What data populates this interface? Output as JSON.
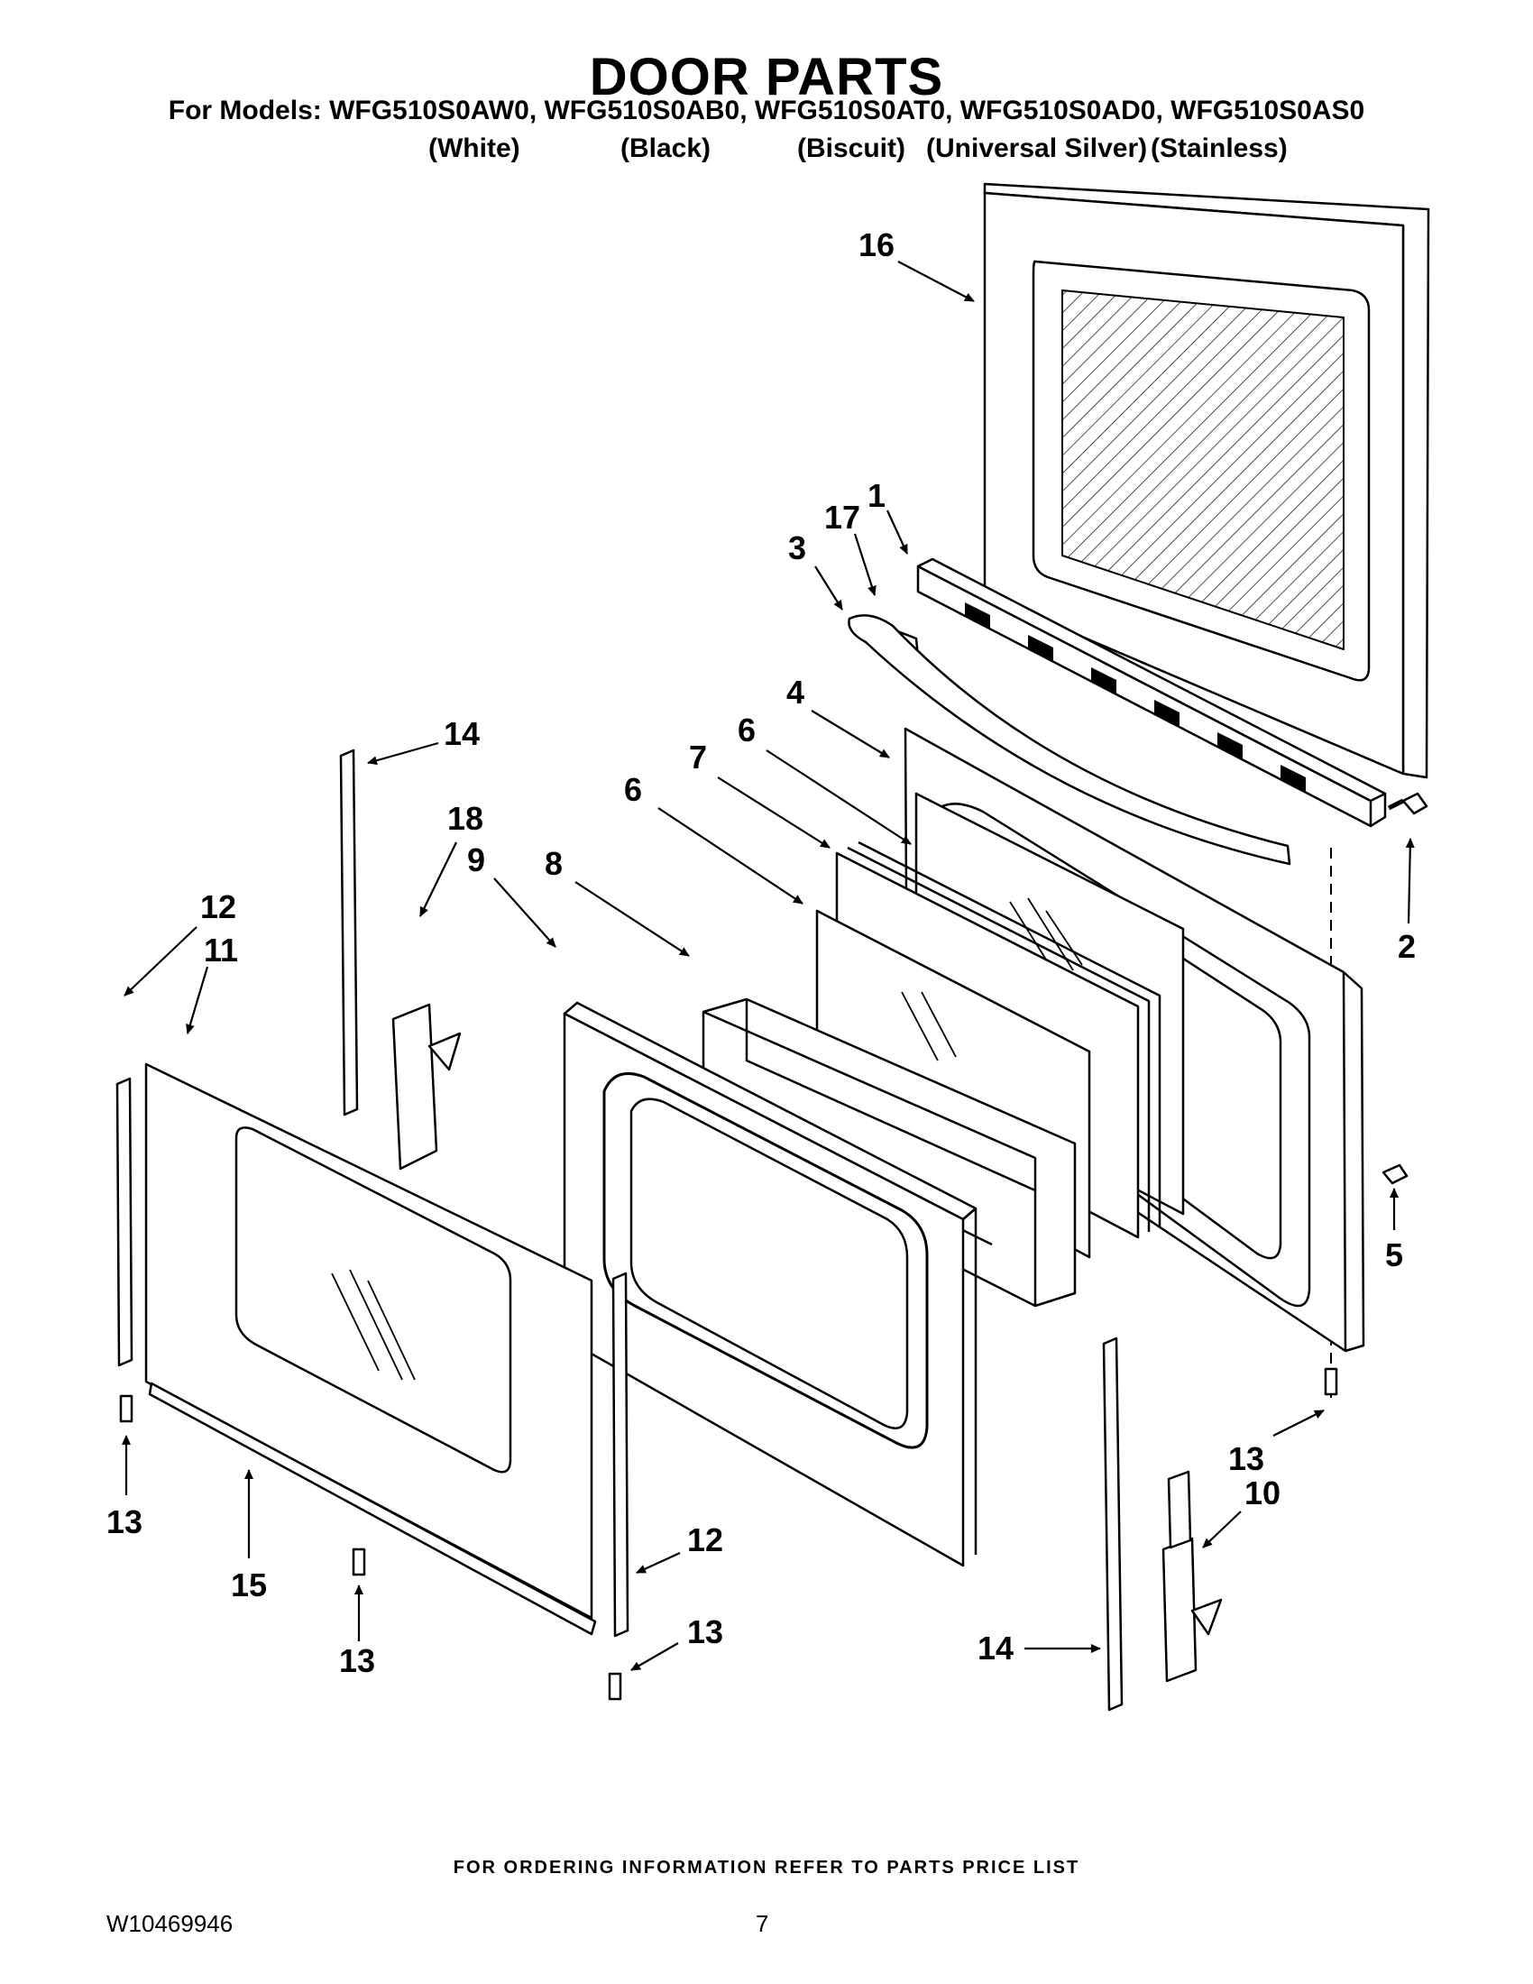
{
  "header": {
    "title": "DOOR PARTS",
    "models_line": "For Models: WFG510S0AW0, WFG510S0AB0, WFG510S0AT0, WFG510S0AD0, WFG510S0AS0",
    "colors": [
      "(White)",
      "(Black)",
      "(Biscuit)",
      "(Universal Silver)",
      "(Stainless)"
    ]
  },
  "callouts": {
    "c16": "16",
    "c1": "1",
    "c17": "17",
    "c3": "3",
    "c4": "4",
    "c6a": "6",
    "c7": "7",
    "c6b": "6",
    "c14a": "14",
    "c18": "18",
    "c8": "8",
    "c9": "9",
    "c12a": "12",
    "c11": "11",
    "c2": "2",
    "c5": "5",
    "c13a": "13",
    "c10": "10",
    "c13b": "13",
    "c15": "15",
    "c12b": "12",
    "c13c": "13",
    "c13d": "13",
    "c14b": "14"
  },
  "footer": {
    "ordering_note": "FOR ORDERING INFORMATION REFER TO PARTS PRICE LIST",
    "document_number": "W10469946",
    "page_number": "7"
  }
}
